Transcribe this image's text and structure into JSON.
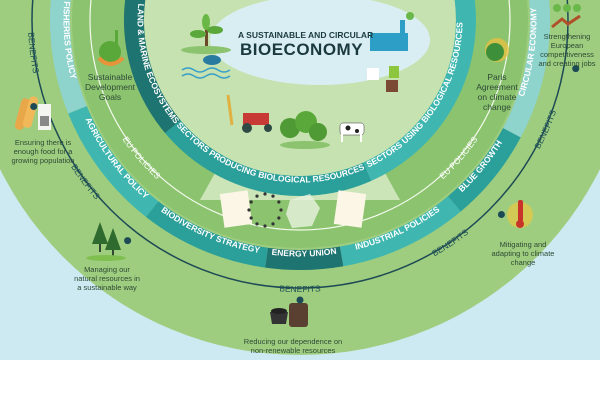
{
  "title": {
    "line1": "A SUSTAINABLE AND CIRCULAR",
    "line2": "BIOECONOMY"
  },
  "inner_ring": [
    "LAND & MARINE ECOSYSTEMS",
    "SECTORS PRODUCING BIOLOGICAL RESOURCES",
    "SECTORS USING BIOLOGICAL RESOURCES"
  ],
  "policy_ring": [
    "FISHERIES POLICY",
    "AGRICULTURAL POLICY",
    "BIODIVERSITY STRATEGY",
    "ENERGY UNION",
    "INDUSTRIAL POLICIES",
    "BLUE GROWTH",
    "CIRCULAR ECONOMY"
  ],
  "eu_policies_label": "EU POLICIES",
  "benefits_label": "BENEFITS",
  "inner_items": {
    "sdg": "Sustainable Development Goals",
    "paris": "Paris Agreement on climate change"
  },
  "benefits": [
    {
      "icon": "bread-milk-icon",
      "text": "Ensuring there is enough food for a growing population"
    },
    {
      "icon": "trees-icon",
      "text": "Managing our natural resources in a sustainable way"
    },
    {
      "icon": "coal-barrel-icon",
      "text": "Reducing our dependence on non-renewable resources"
    },
    {
      "icon": "thermometer-icon",
      "text": "Mitigating and adapting to climate change"
    },
    {
      "icon": "growth-chart-icon",
      "text": "Strengthening European competitiveness and creating jobs"
    }
  ],
  "colors": {
    "sky": "#cdeaf2",
    "outer_disc": "#9fcd7f",
    "middle_band": "#8cc36f",
    "center": "#c6e2b1",
    "teal_dark": "#1e7470",
    "teal": "#2b9f9a",
    "teal_light": "#3fb7b0",
    "benefit_line": "#1d4a55"
  }
}
